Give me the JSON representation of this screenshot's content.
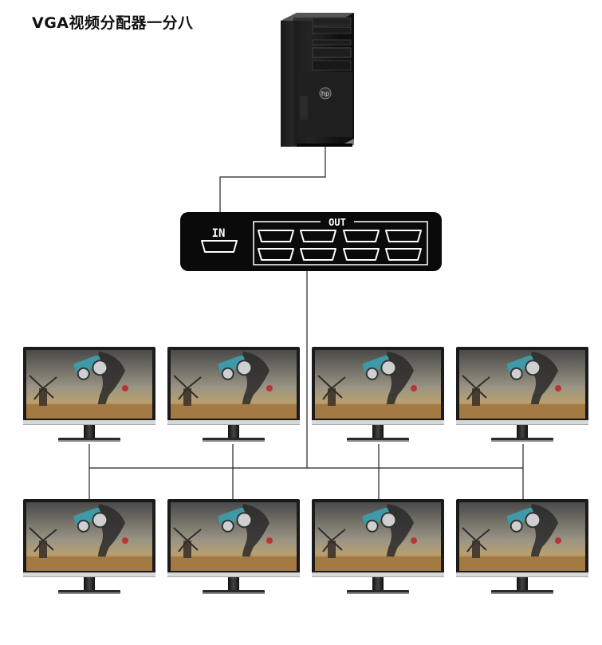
{
  "title": "VGA视频分配器一分八",
  "splitter": {
    "in_label": "IN",
    "out_label": "OUT"
  },
  "pc": {
    "brand_mark": "hp"
  },
  "monitors_count_shown": 8
}
